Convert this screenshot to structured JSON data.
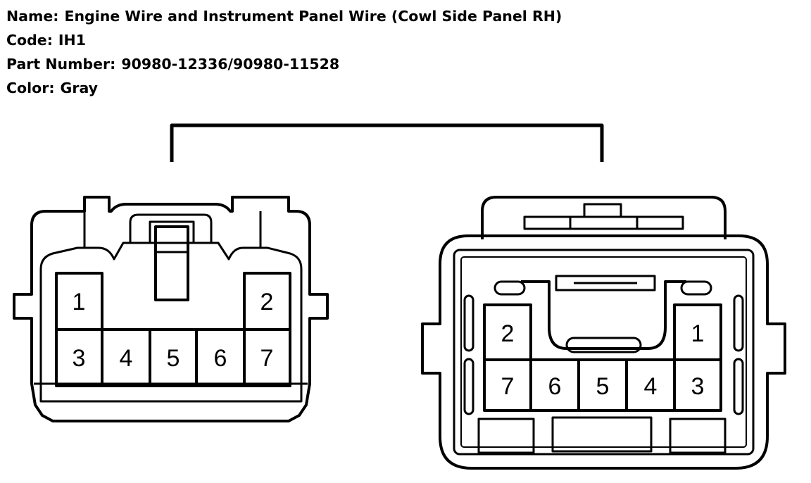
{
  "header": {
    "name_label": "Name:",
    "name_value": "Engine Wire and Instrument Panel Wire (Cowl Side Panel RH)",
    "code_label": "Code:",
    "code_value": "IH1",
    "part_label": "Part Number:",
    "part_value": "90980-12336/90980-11528",
    "color_label": "Color:",
    "color_value": "Gray"
  },
  "left_connector": {
    "pins": [
      "1",
      "2",
      "3",
      "4",
      "5",
      "6",
      "7"
    ]
  },
  "right_connector": {
    "pins": [
      "2",
      "1",
      "7",
      "6",
      "5",
      "4",
      "3"
    ]
  }
}
